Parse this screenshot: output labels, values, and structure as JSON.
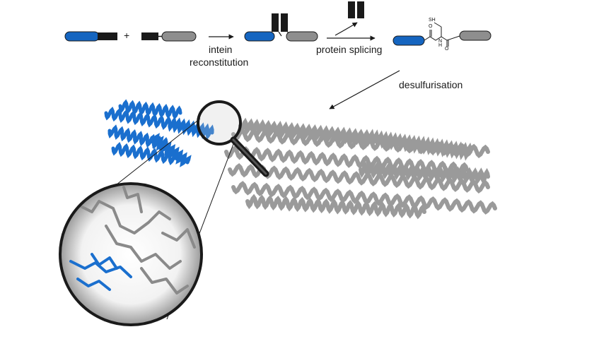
{
  "labels": {
    "plus": "+",
    "intein": "intein",
    "reconstitution": "reconstitution",
    "splicing": "protein splicing",
    "desulfurisation": "desulfurisation"
  },
  "chem": {
    "thiol": "SH",
    "amide_o": "O",
    "nh": "N\nH",
    "ketone_o": "O"
  },
  "colors": {
    "blue": "#1565c0",
    "black": "#1a1a1a",
    "grey": "#8e8e8e",
    "protein_grey": "#9a9a9a",
    "protein_blue": "#1a6fce"
  }
}
